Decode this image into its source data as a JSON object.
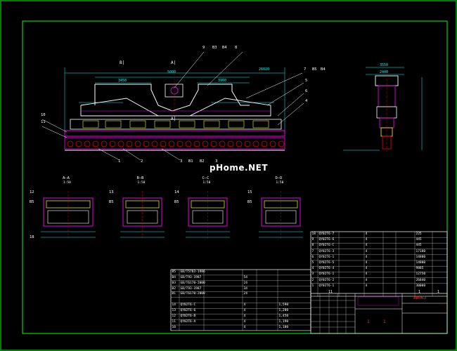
{
  "colors": {
    "frame": "#00ff00",
    "part": "#ff00ff",
    "line": "#ffffff",
    "dim": "#00ffff",
    "hatch": "#ffff00",
    "detail": "#ff0000",
    "title_text": "#ff3030"
  },
  "watermark": "pHome.NET",
  "main_view": {
    "label_top": "A|",
    "label_bottom": "A|",
    "label_left": "B|",
    "leader_labels": [
      "9",
      "B3",
      "B4",
      "8",
      "7",
      "B5",
      "B4",
      "5",
      "6",
      "4",
      "10",
      "11",
      "1",
      "2",
      "3",
      "B1",
      "B2",
      "3"
    ],
    "dimension_texts": [
      "5000",
      "3458",
      "3960",
      "26020"
    ]
  },
  "side_view": {
    "dimension_texts": [
      "3550",
      "2440"
    ]
  },
  "section_labels": [
    {
      "name": "A—A",
      "scale": "1:50",
      "marks": [
        "12",
        "B5",
        "18"
      ]
    },
    {
      "name": "B—B",
      "scale": "1:50",
      "marks": [
        "13",
        "B5"
      ]
    },
    {
      "name": "C—C",
      "scale": "1:50",
      "marks": [
        "14",
        "B5"
      ]
    },
    {
      "name": "D—D",
      "scale": "1:50",
      "marks": [
        "15",
        "B5"
      ]
    }
  ],
  "parts_list_right": {
    "rows": [
      [
        "18",
        "QY02T6-7",
        "",
        "4",
        "",
        "",
        "225"
      ],
      [
        "9",
        "QY02T6-6",
        "",
        "4",
        "",
        "",
        "445"
      ],
      [
        "8",
        "QY02T6-C",
        "",
        "4",
        "",
        "",
        "445"
      ],
      [
        "7",
        "QY02T6-3",
        "",
        "4",
        "",
        "",
        "17180"
      ],
      [
        "6",
        "QY02T6-1",
        "",
        "4",
        "",
        "",
        "14800"
      ],
      [
        "5",
        "QY02T6-5",
        "",
        "4",
        "",
        "",
        "14800"
      ],
      [
        "4",
        "QY02T6-4",
        "",
        "4",
        "",
        "",
        "9885"
      ],
      [
        "3",
        "QY02T6-1",
        "",
        "4",
        "",
        "",
        "12750"
      ],
      [
        "2",
        "QY02T6-2",
        "",
        "4",
        "",
        "",
        "26840"
      ],
      [
        "1",
        "QY02T6-1",
        "",
        "4",
        "",
        "",
        "30000"
      ]
    ],
    "header_marks": [
      "11",
      "1",
      "1"
    ]
  },
  "parts_list_left": {
    "rows": [
      [
        "B5",
        "GB/T5783-1986",
        "",
        "",
        "",
        ""
      ],
      [
        "B4",
        "GB/T93-1987",
        "",
        "54",
        "",
        ""
      ],
      [
        "B3",
        "GB/T6170-2000",
        "",
        "24",
        "",
        ""
      ],
      [
        "B2",
        "GB/T93-1987",
        "",
        "34",
        "",
        ""
      ],
      [
        "B1",
        "GB/T6170-2000",
        "",
        "24",
        "",
        ""
      ],
      [
        "",
        "",
        "",
        "",
        "",
        ""
      ],
      [
        "14",
        "QY02T6-C",
        "",
        "4",
        "",
        "1,590"
      ],
      [
        "13",
        "QY02T6-6",
        "",
        "4",
        "",
        "1,280"
      ],
      [
        "12",
        "QY02T6-B",
        "",
        "4",
        "",
        "1,450"
      ],
      [
        "11",
        "QY02T6-A",
        "",
        "4",
        "",
        "1,190"
      ],
      [
        "10",
        "",
        "",
        "4",
        "",
        "1,100"
      ]
    ]
  },
  "title_block": {
    "drawing_number": "AB063",
    "marks": [
      "1",
      "1"
    ]
  }
}
